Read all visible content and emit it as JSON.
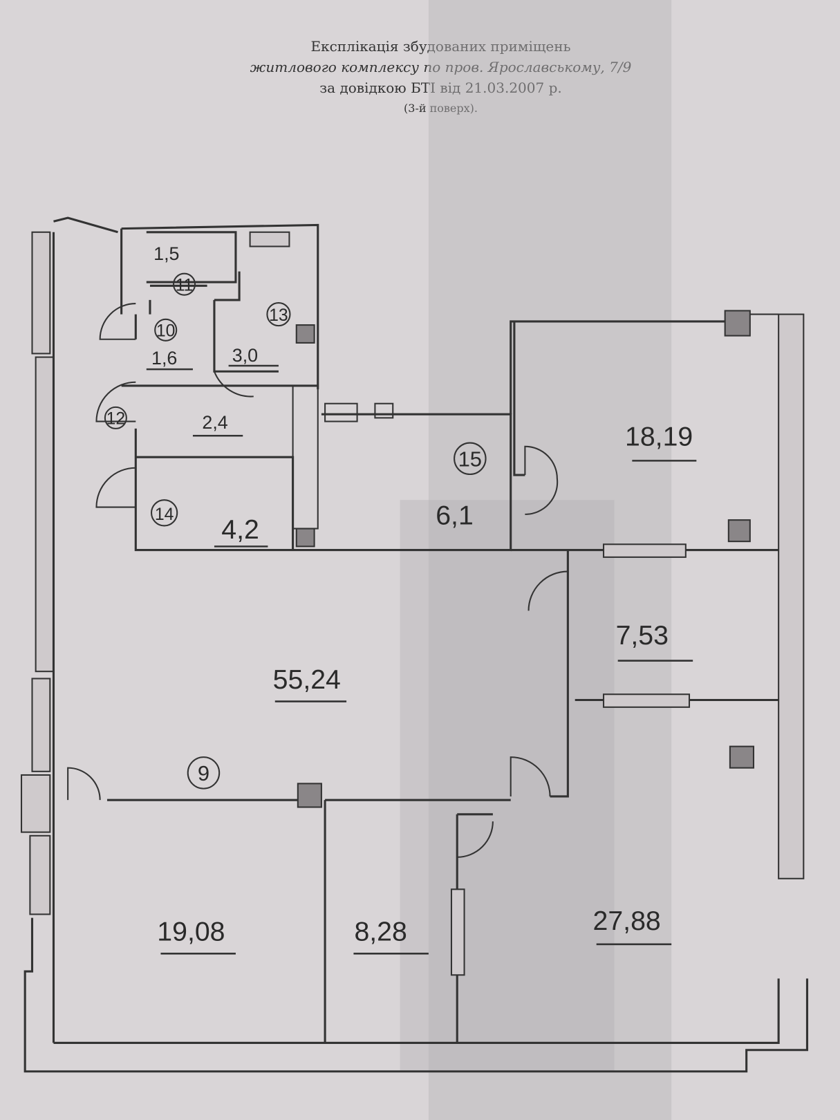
{
  "title": {
    "line1": "Експлікація збудованих приміщень",
    "line2": "житлового комплексу по пров. Ярославському, 7/9",
    "line3": "за довідкою БТІ від 21.03.2007 р.",
    "line4": "(3-й поверх)."
  },
  "rooms": [
    {
      "number": "11",
      "area": "1,5"
    },
    {
      "number": "10",
      "area": "1,6"
    },
    {
      "number": "13",
      "area": "3,0"
    },
    {
      "number": "12",
      "area": "2,4"
    },
    {
      "number": "14",
      "area": "4,2"
    },
    {
      "number": "15",
      "area": "6,1"
    },
    {
      "number": "",
      "area": "18,19"
    },
    {
      "number": "",
      "area": "7,53"
    },
    {
      "number": "9",
      "area": "55,24"
    },
    {
      "number": "",
      "area": "19,08"
    },
    {
      "number": "",
      "area": "8,28"
    },
    {
      "number": "",
      "area": "27,88"
    }
  ]
}
